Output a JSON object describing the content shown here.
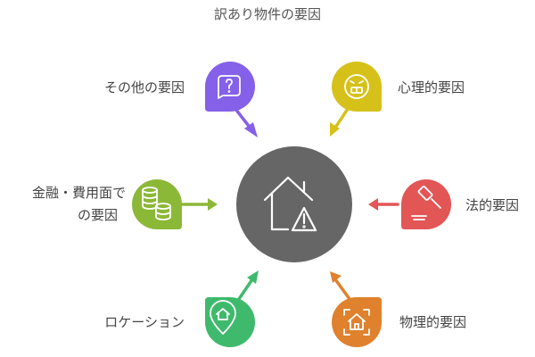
{
  "title": "訳あり物件の要因",
  "center": {
    "icon": "house-warning-icon",
    "color": "#666666"
  },
  "factors": [
    {
      "id": "other",
      "label": "その他の要因",
      "icon": "question-bubble-icon",
      "color": "#8560E8"
    },
    {
      "id": "psychological",
      "label": "心理的要因",
      "icon": "distressed-face-icon",
      "color": "#D6C11B"
    },
    {
      "id": "legal",
      "label": "法的要因",
      "icon": "gavel-icon",
      "color": "#E35656"
    },
    {
      "id": "physical",
      "label": "物理的要因",
      "icon": "house-frame-icon",
      "color": "#E0812E"
    },
    {
      "id": "location",
      "label": "ロケーション",
      "icon": "location-pin-house-icon",
      "color": "#3FBA6C"
    },
    {
      "id": "finance",
      "label_lines": [
        "金融・費用面で",
        "の要因"
      ],
      "icon": "coin-stack-icon",
      "color": "#8CB838"
    }
  ]
}
